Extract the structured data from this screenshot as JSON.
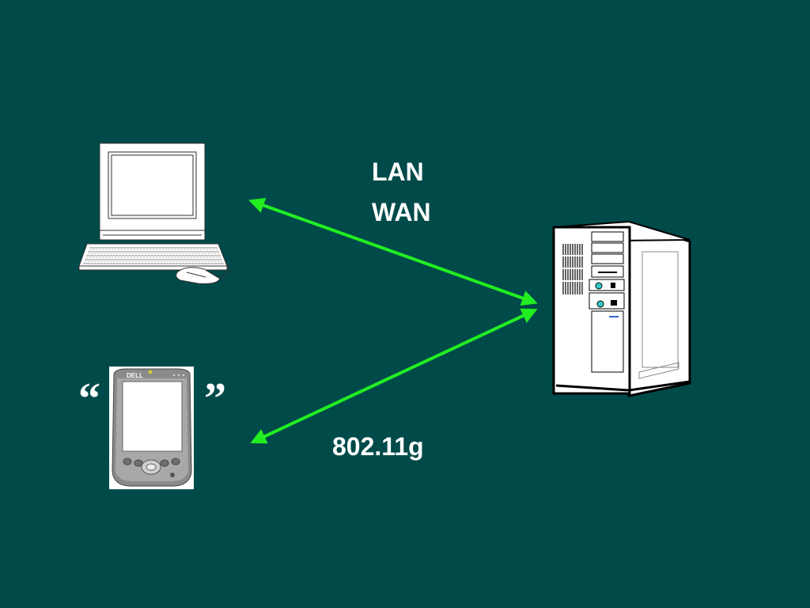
{
  "labels": {
    "lan": "LAN",
    "wan": "WAN",
    "wireless": "802.11g"
  },
  "quotes": {
    "open": "“",
    "close": "”"
  },
  "pda": {
    "brand": "DELL"
  },
  "colors": {
    "background": "#004a4a",
    "arrow": "#22ee22",
    "text": "#ffffff"
  },
  "icons": {
    "desktop": "desktop-computer-icon",
    "pda": "pda-handheld-icon",
    "server": "server-tower-icon"
  }
}
